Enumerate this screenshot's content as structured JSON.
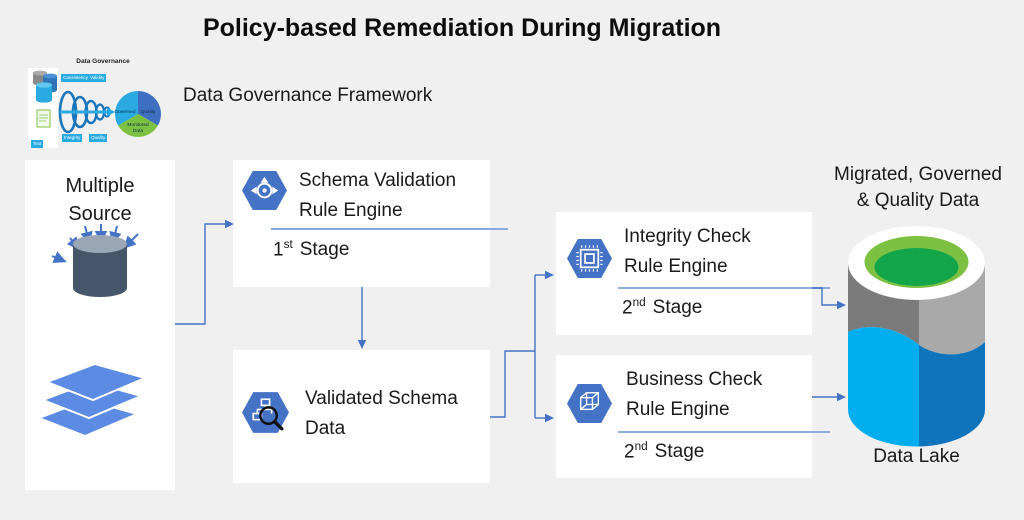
{
  "title": "Policy-based Remediation During Migration",
  "framework_label": "Data Governance Framework",
  "thumbnail": {
    "title": "Data Governance",
    "badges": [
      "Consistency",
      "Validity",
      "Integrity",
      "Quality"
    ],
    "text_badge": "Text",
    "pie": {
      "slices": [
        {
          "label": "Governed",
          "color": "#29ABE2"
        },
        {
          "label": "Quality",
          "color": "#3E6FC0"
        },
        {
          "label_line1": "Monitored",
          "label_line2": "Data",
          "color": "#7DC142"
        }
      ]
    }
  },
  "nodes": {
    "multiple_source": {
      "line1": "Multiple",
      "line2": "Source"
    },
    "schema_validation": {
      "line1": "Schema Validation",
      "line2": "Rule Engine",
      "stage_num": "1",
      "stage_sup": "st",
      "stage_word": "Stage"
    },
    "validated_schema": {
      "line1": "Validated Schema",
      "line2": "Data"
    },
    "integrity_check": {
      "line1": "Integrity Check",
      "line2": "Rule Engine",
      "stage_num": "2",
      "stage_sup": "nd",
      "stage_word": "Stage"
    },
    "business_check": {
      "line1": "Business Check",
      "line2": "Rule Engine",
      "stage_num": "2",
      "stage_sup": "nd",
      "stage_word": "Stage"
    }
  },
  "output": {
    "heading_line1": "Migrated, Governed",
    "heading_line2": "& Quality Data",
    "lake_label": "Data Lake"
  },
  "colors": {
    "page_bg": "#f0f0f0",
    "hexagon_blue": "#4472C4",
    "connector_blue": "#4472C4",
    "separator_blue": "#8FAADC",
    "source_cylinder": "#47566B",
    "source_cylinder_top": "#9BA7B4",
    "layer_blue": "#5B8BE2",
    "lake_gray_left": "#7B7B7B",
    "lake_gray_right": "#A9A9A9",
    "lake_blue_left": "#00AEEF",
    "lake_blue_right": "#1074BC",
    "lake_rim": "#FFFFFF",
    "lake_green_ring": "#7CC142",
    "lake_green_center": "#12A54A",
    "badge_blue": "#29ABE2",
    "funnel_ring": "#1B75BC"
  }
}
